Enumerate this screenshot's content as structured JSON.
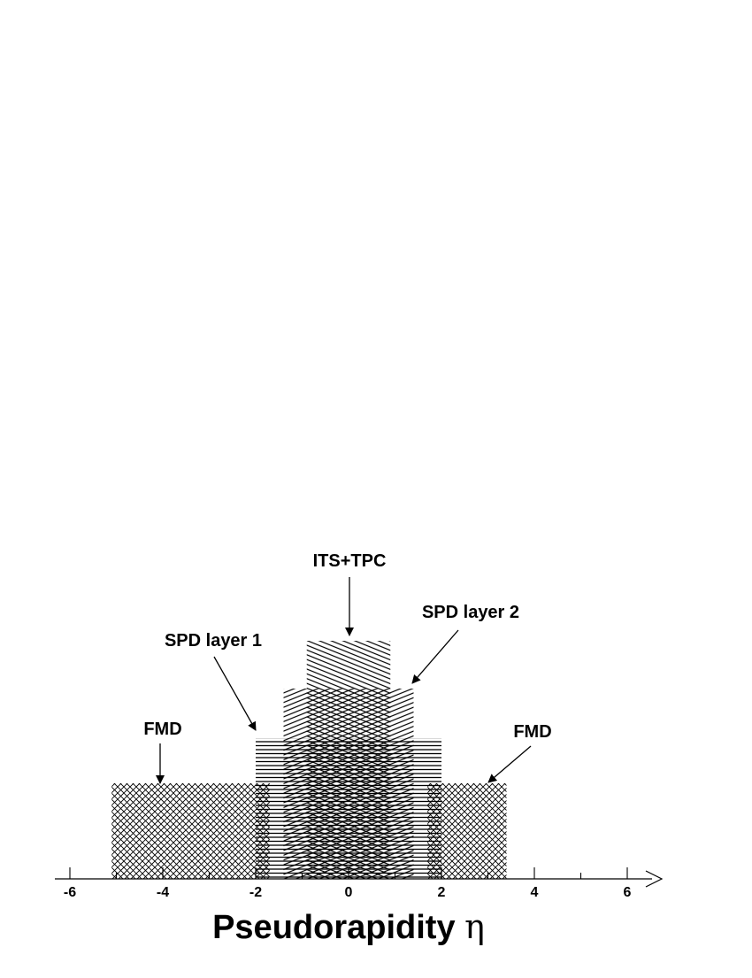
{
  "chart_data": {
    "type": "bar",
    "title": "",
    "xlabel": "Pseudorapidity",
    "xlabel_symbol": "η",
    "ylabel": "",
    "xlim": [
      -6.4,
      6.4
    ],
    "xticks": [
      {
        "value": -6,
        "label": "-6"
      },
      {
        "value": -4,
        "label": "-4"
      },
      {
        "value": -2,
        "label": "-2"
      },
      {
        "value": 0,
        "label": "0"
      },
      {
        "value": 2,
        "label": "2"
      },
      {
        "value": 4,
        "label": "4"
      },
      {
        "value": 6,
        "label": "6"
      }
    ],
    "regions": [
      {
        "label": "FMD",
        "eta_min": -5.1,
        "eta_max": -1.7,
        "level": 1,
        "pattern": "crosshatch"
      },
      {
        "label": "FMD",
        "eta_min": 1.7,
        "eta_max": 3.4,
        "level": 1,
        "pattern": "crosshatch"
      },
      {
        "label": "SPD layer 1",
        "eta_min": -2.0,
        "eta_max": 2.0,
        "level": 2,
        "pattern": "horizontal"
      },
      {
        "label": "SPD layer 2",
        "eta_min": -1.4,
        "eta_max": 1.4,
        "level": 3,
        "pattern": "diagonal-up"
      },
      {
        "label": "ITS+TPC",
        "eta_min": -0.9,
        "eta_max": 0.9,
        "level": 4,
        "pattern": "diagonal-down"
      }
    ],
    "annotations": [
      {
        "text": "ITS+TPC",
        "points_to": "ITS+TPC"
      },
      {
        "text": "SPD layer 2",
        "points_to": "SPD layer 2"
      },
      {
        "text": "SPD layer 1",
        "points_to": "SPD layer 1"
      },
      {
        "text": "FMD",
        "points_to": "FMD"
      },
      {
        "text": "FMD",
        "points_to": "FMD"
      }
    ],
    "grid": false,
    "legend": "none"
  }
}
